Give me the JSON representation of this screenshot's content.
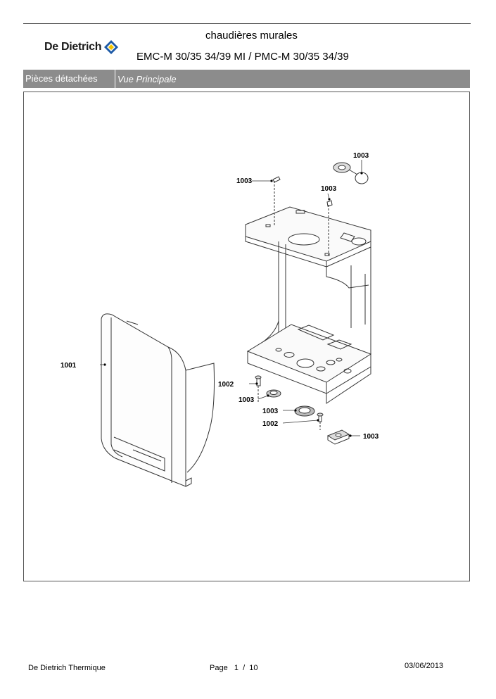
{
  "header": {
    "logo_text": "De Dietrich",
    "title_line1": "chaudières murales",
    "title_line2": "EMC-M 30/35 34/39 MI / PMC-M 30/35 34/39"
  },
  "section": {
    "category": "Pièces détachées",
    "view_name": "Vue Principale"
  },
  "drawing": {
    "callouts": {
      "front_panel": "1001",
      "top_knob": "1003",
      "top_pin": "1003",
      "top_clip": "1003",
      "screw_left": "1002",
      "grommet_small": "1003",
      "grommet_ring": "1003",
      "screw_right": "1002",
      "bracket_right": "1003"
    }
  },
  "footer": {
    "company": "De Dietrich Thermique",
    "page": "Page   1  /  10",
    "date": "03/06/2013"
  },
  "colors": {
    "section_bar": "#8c8c8c",
    "logo_yellow": "#f2c400",
    "logo_blue": "#1d5aa6"
  }
}
